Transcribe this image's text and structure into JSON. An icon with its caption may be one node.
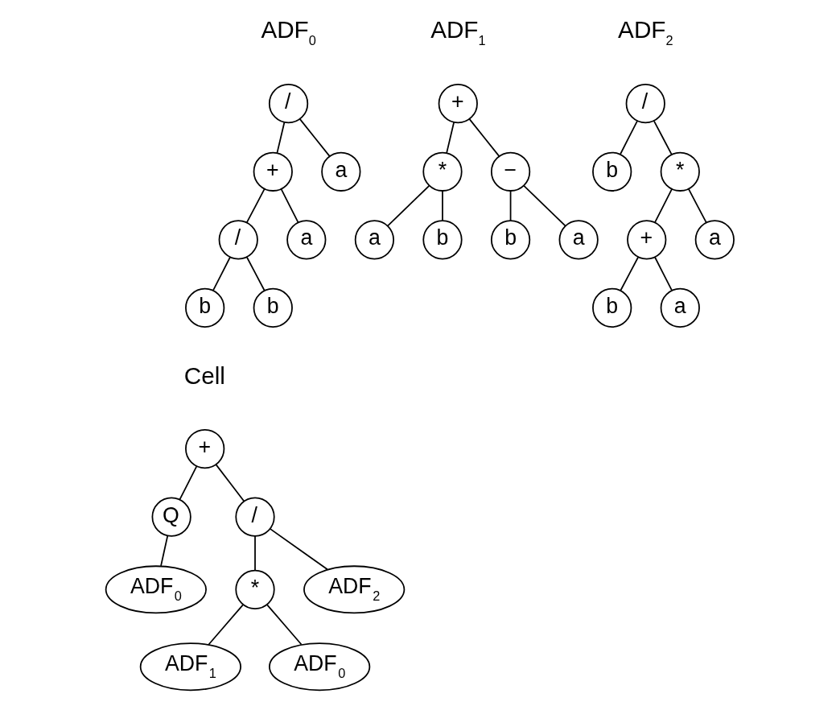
{
  "diagram": {
    "nodes": [
      {
        "text": [
          "/"
        ]
      },
      {
        "text": [
          "+"
        ]
      },
      {
        "text": [
          "a"
        ]
      },
      {
        "text": [
          "/"
        ]
      },
      {
        "text": [
          "a"
        ]
      },
      {
        "text": [
          "b"
        ]
      },
      {
        "text": [
          "b"
        ]
      },
      {
        "text": [
          "+"
        ]
      },
      {
        "text": [
          "*"
        ]
      },
      {
        "text": [
          "−"
        ]
      },
      {
        "text": [
          "a"
        ]
      },
      {
        "text": [
          "b"
        ]
      },
      {
        "text": [
          "b"
        ]
      },
      {
        "text": [
          "a"
        ]
      },
      {
        "text": [
          "/"
        ]
      },
      {
        "text": [
          "b"
        ]
      },
      {
        "text": [
          "*"
        ]
      },
      {
        "text": [
          "+"
        ]
      },
      {
        "text": [
          "a"
        ]
      },
      {
        "text": [
          "b"
        ]
      },
      {
        "text": [
          "a"
        ]
      },
      {
        "text": [
          "+"
        ]
      },
      {
        "text": [
          "Q"
        ]
      },
      {
        "text": [
          "/"
        ]
      },
      {
        "text": [
          "ADF$_{0}$"
        ]
      },
      {
        "text": [
          "*"
        ]
      },
      {
        "text": [
          "ADF$_{2}$"
        ]
      },
      {
        "text": [
          "ADF$_{1}$"
        ]
      },
      {
        "text": [
          "ADF$_{0}$"
        ]
      }
    ],
    "edges": [
      {
        "from": 0,
        "to": 1,
        "arrow": "none"
      },
      {
        "from": 0,
        "to": 2,
        "arrow": "none"
      },
      {
        "from": 1,
        "to": 3,
        "arrow": "none"
      },
      {
        "from": 1,
        "to": 4,
        "arrow": "none"
      },
      {
        "from": 3,
        "to": 5,
        "arrow": "none"
      },
      {
        "from": 3,
        "to": 6,
        "arrow": "none"
      },
      {
        "from": 7,
        "to": 8,
        "arrow": "none"
      },
      {
        "from": 7,
        "to": 9,
        "arrow": "none"
      },
      {
        "from": 8,
        "to": 10,
        "arrow": "none"
      },
      {
        "from": 8,
        "to": 11,
        "arrow": "none"
      },
      {
        "from": 9,
        "to": 12,
        "arrow": "none"
      },
      {
        "from": 9,
        "to": 13,
        "arrow": "none"
      },
      {
        "from": 14,
        "to": 15,
        "arrow": "none"
      },
      {
        "from": 14,
        "to": 16,
        "arrow": "none"
      },
      {
        "from": 16,
        "to": 17,
        "arrow": "none"
      },
      {
        "from": 16,
        "to": 18,
        "arrow": "none"
      },
      {
        "from": 17,
        "to": 19,
        "arrow": "none"
      },
      {
        "from": 17,
        "to": 20,
        "arrow": "none"
      },
      {
        "from": 21,
        "to": 22,
        "arrow": "none"
      },
      {
        "from": 21,
        "to": 23,
        "arrow": "none"
      },
      {
        "from": 22,
        "to": 24,
        "arrow": "none"
      },
      {
        "from": 23,
        "to": 25,
        "arrow": "none"
      },
      {
        "from": 23,
        "to": 26,
        "arrow": "none"
      },
      {
        "from": 25,
        "to": 27,
        "arrow": "none"
      },
      {
        "from": 25,
        "to": 28,
        "arrow": "none"
      }
    ],
    "labels": [
      "ADF$_{0}$",
      "ADF$_{1}$",
      "ADF$_{2}$",
      "Cell"
    ]
  }
}
